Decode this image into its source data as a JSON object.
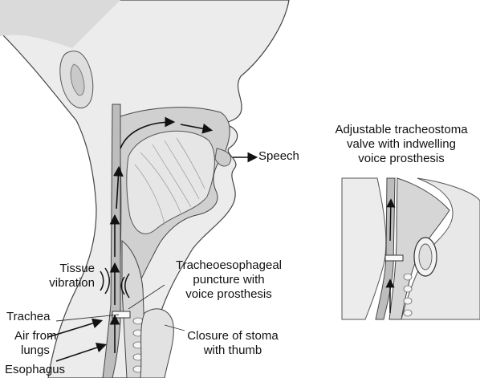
{
  "labels": {
    "speech": "Speech",
    "tissue_vibration_1": "Tissue",
    "tissue_vibration_2": "vibration",
    "te_puncture_1": "Tracheoesophageal",
    "te_puncture_2": "puncture with",
    "te_puncture_3": "voice prosthesis",
    "trachea": "Trachea",
    "air_from_lungs_1": "Air from",
    "air_from_lungs_2": "lungs",
    "esophagus": "Esophagus",
    "closure_1": "Closure of stoma",
    "closure_2": "with thumb",
    "valve_1": "Adjustable tracheostoma",
    "valve_2": "valve with indwelling",
    "valve_3": "voice prosthesis"
  },
  "colors": {
    "skin": "#e8e8e8",
    "skin_shadow": "#cfcfcf",
    "tissue": "#d6d6d6",
    "cavity": "#f4f4f4",
    "outline": "#333333",
    "arrow": "#111111"
  }
}
